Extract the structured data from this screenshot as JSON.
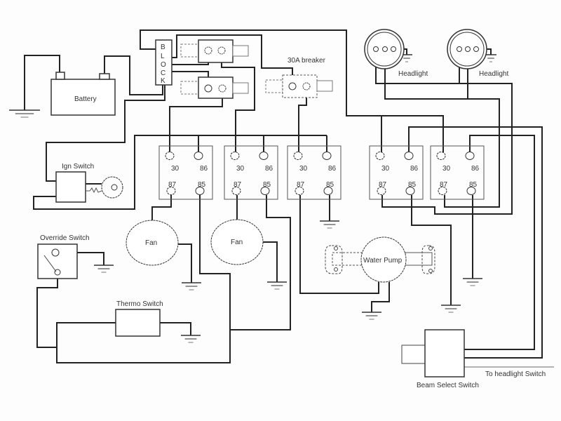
{
  "labels": {
    "battery": "Battery",
    "block": [
      "B",
      "L",
      "O",
      "C",
      "K"
    ],
    "breaker": "30A breaker",
    "headlight_left": "Headlight",
    "headlight_right": "Headlight",
    "ign_switch": "Ign Switch",
    "override_switch": "Override Switch",
    "fan_left": "Fan",
    "fan_right": "Fan",
    "water_pump": "Water Pump",
    "thermo_switch": "Thermo Switch",
    "beam_select_switch": "Beam Select Switch",
    "to_headlight_switch": "To headlight Switch"
  },
  "relay_pins": [
    "30",
    "86",
    "87",
    "85"
  ],
  "relay_count": 5,
  "colors": {
    "wire": "#222222",
    "outline": "#333333",
    "dashed": "#555555",
    "background": "#fdfdfd"
  }
}
